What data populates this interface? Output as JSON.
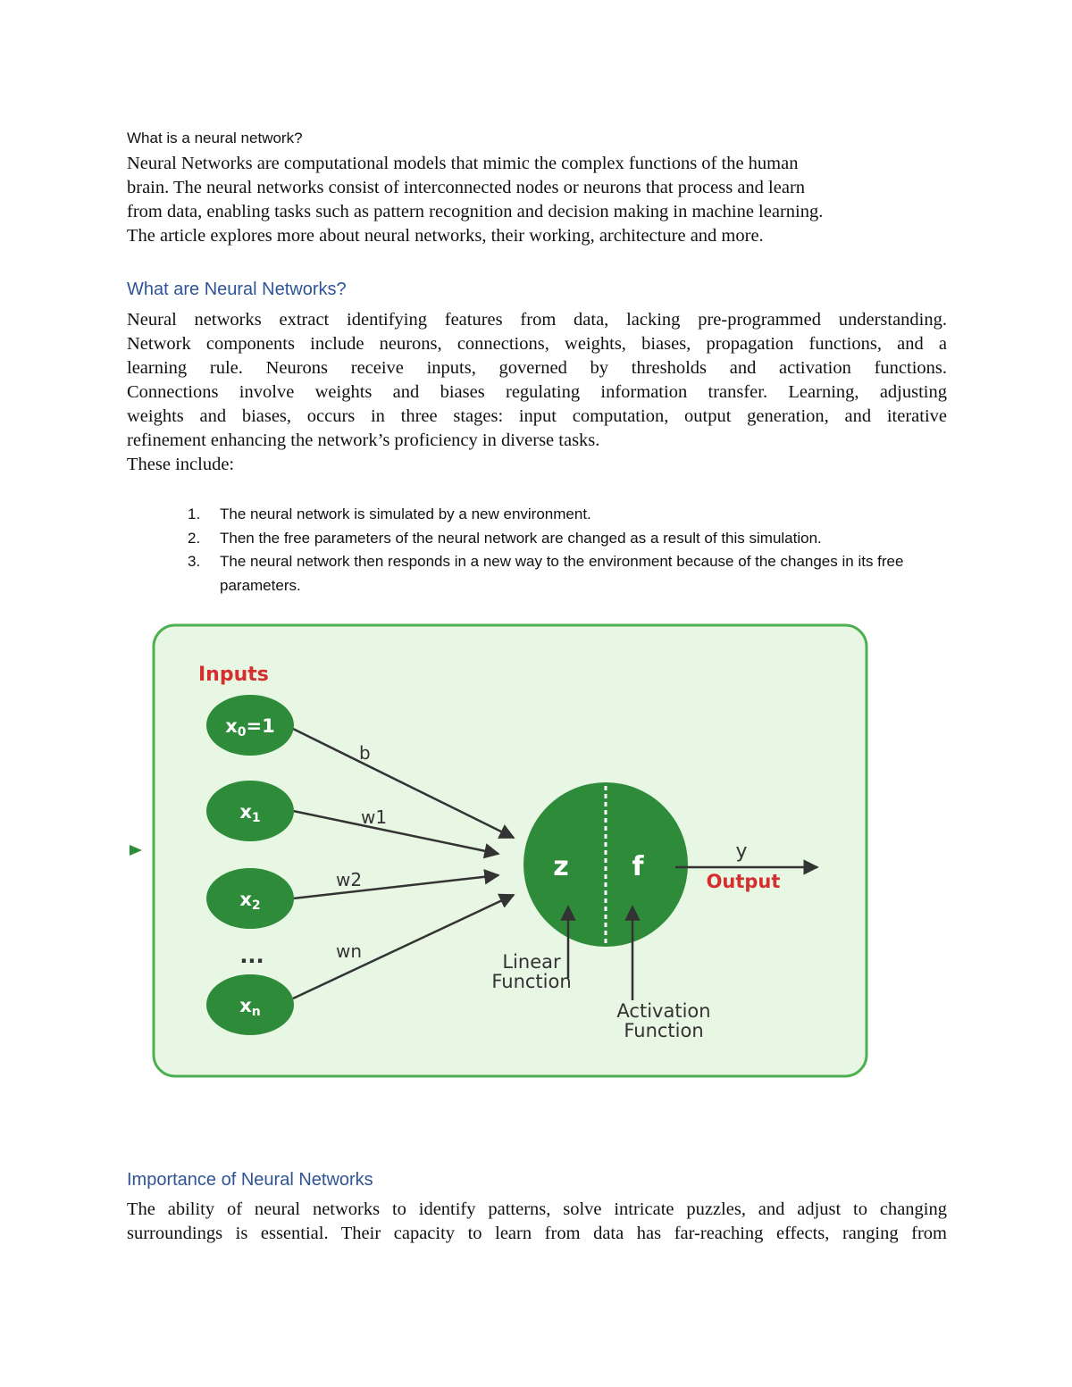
{
  "intro": {
    "question": "What is a neural network?",
    "lines": [
      "Neural Networks are computational models that mimic the complex functions of the human",
      "brain. The neural networks consist of interconnected nodes or neurons that process and learn",
      "from data, enabling tasks such as pattern recognition and decision making in machine learning.",
      "The article explores more about neural networks, their working, architecture and more."
    ]
  },
  "section1": {
    "heading": "What are Neural Networks?",
    "lines": [
      "Neural networks extract identifying features from data, lacking pre-programmed understanding.",
      "Network components include neurons, connections, weights, biases, propagation functions, and a",
      "learning rule. Neurons receive inputs, governed by thresholds and activation functions.",
      "Connections involve weights and biases regulating information transfer. Learning, adjusting",
      "weights and biases, occurs in three stages: input computation, output generation, and iterative",
      "refinement enhancing the network’s proficiency in diverse tasks.",
      "These include:"
    ],
    "list": [
      {
        "num": "1.",
        "text": "The neural network is simulated by a new environment."
      },
      {
        "num": "2.",
        "text": "Then the free parameters of the neural network are changed as a result of this simulation."
      },
      {
        "num": "3.",
        "text": "The neural network then responds in a new way to the environment because of the changes in its free parameters."
      }
    ]
  },
  "diagram": {
    "inputs_title": "Inputs",
    "nodes": {
      "x0_base": "x",
      "x0_sub": "0",
      "x0_rest": "=1",
      "x1_base": "x",
      "x1_sub": "1",
      "x2_base": "x",
      "x2_sub": "2",
      "xn_base": "x",
      "xn_sub": "n",
      "ellipsis": "..."
    },
    "weights": {
      "b": "b",
      "w1": "w1",
      "w2": "w2",
      "wn": "wn"
    },
    "neuron": {
      "z": "z",
      "f": "f"
    },
    "output_symbol": "y",
    "output_label": "Output",
    "linear_label_1": "Linear",
    "linear_label_2": "Function",
    "activation_label_1": "Activation",
    "activation_label_2": "Function",
    "colors": {
      "background": "#e8f6e4",
      "border": "#4caf50",
      "node": "#2e8b3a",
      "label_red": "#d32f2f",
      "text_dark": "#333333"
    }
  },
  "section2": {
    "heading": "Importance of Neural Networks",
    "lines": [
      "The ability of neural networks to identify patterns, solve intricate puzzles, and adjust to changing",
      "surroundings is essential. Their capacity to learn from data has far-reaching effects, ranging from"
    ]
  }
}
